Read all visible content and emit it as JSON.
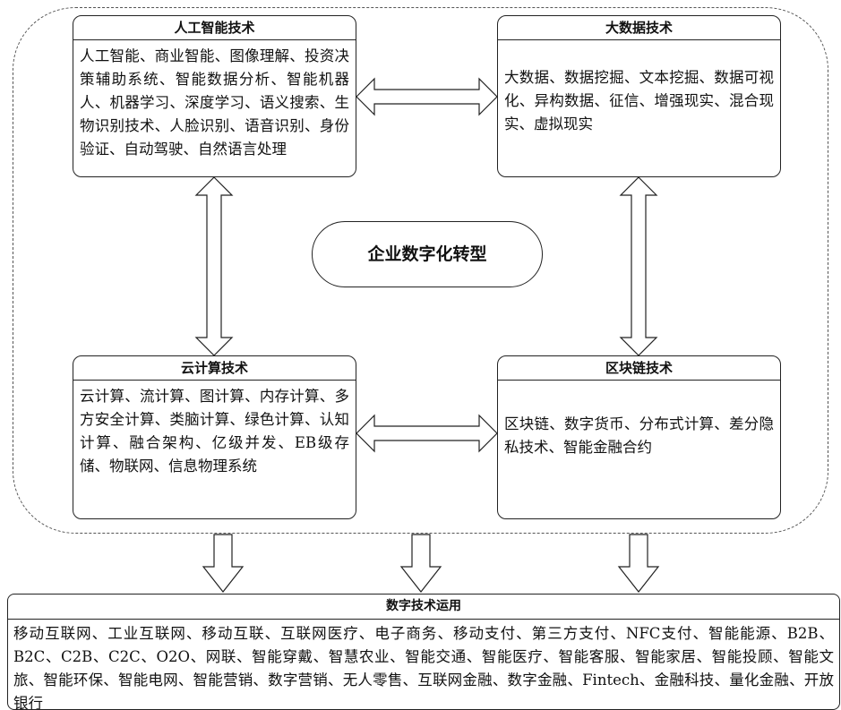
{
  "center_label": "企业数字化转型",
  "boxes": {
    "ai": {
      "title": "人工智能技术",
      "body": "人工智能、商业智能、图像理解、投资决策辅助系统、智能数据分析、智能机器人、机器学习、深度学习、语义搜索、生物识别技术、人脸识别、语音识别、身份验证、自动驾驶、自然语言处理"
    },
    "bigdata": {
      "title": "大数据技术",
      "body": "大数据、数据挖掘、文本挖掘、数据可视化、异构数据、征信、增强现实、混合现实、虚拟现实"
    },
    "cloud": {
      "title": "云计算技术",
      "body": "云计算、流计算、图计算、内存计算、多方安全计算、类脑计算、绿色计算、认知计算、融合架构、亿级并发、EB级存储、物联网、信息物理系统"
    },
    "blockchain": {
      "title": "区块链技术",
      "body": "区块链、数字货币、分布式计算、差分隐私技术、智能金融合约"
    },
    "application": {
      "title": "数字技术运用",
      "body": "移动互联网、工业互联网、移动互联、互联网医疗、电子商务、移动支付、第三方支付、NFC支付、智能能源、B2B、B2C、C2B、C2C、O2O、网联、智能穿戴、智慧农业、智能交通、智能医疗、智能客服、智能家居、智能投顾、智能文旅、智能环保、智能电网、智能营销、数字营销、无人零售、互联网金融、数字金融、Fintech、金融科技、量化金融、开放银行"
    }
  },
  "colors": {
    "line": "#222222",
    "dashed_border": "#555555",
    "background": "#ffffff"
  }
}
